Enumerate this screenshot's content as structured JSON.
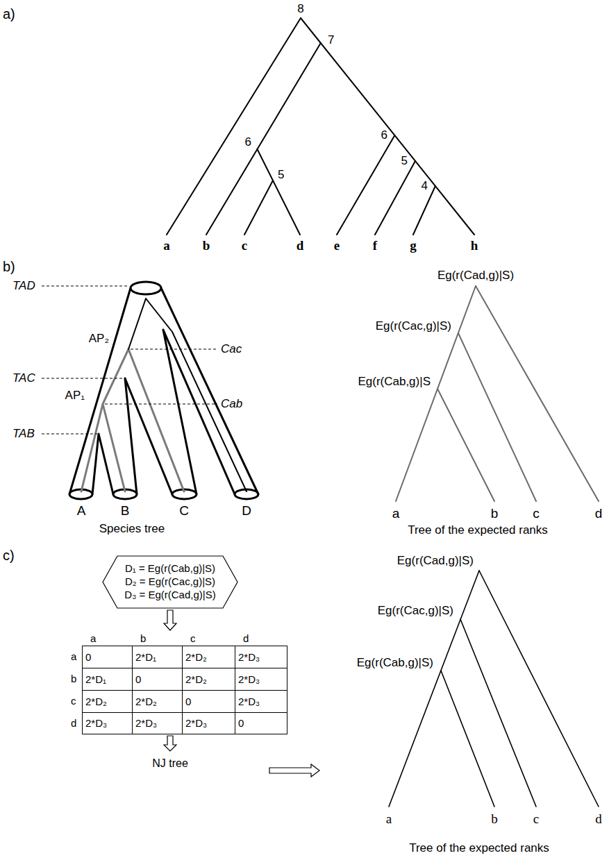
{
  "diagram": {
    "nodes": [
      {
        "text": [
          "D₁ = Eg(r(Cab,g)|S)",
          "D₂ = Eg(r(Cac,g)|S)",
          "D₃ = Eg(r(Cad,g)|S)"
        ]
      },
      {
        "text": [
          "a",
          "b",
          "c",
          "d",
          "a",
          "0",
          "2*D₁",
          "2*D₂",
          "2*D₃",
          "b",
          "2*D₁",
          "0",
          "2*D₂",
          "2*D₃",
          "c",
          "2*D₂",
          "2*D₂",
          "0",
          "2*D₃",
          "d",
          "2*D₃",
          "2*D₃",
          "2*D₃",
          "0"
        ]
      }
    ],
    "edges": [
      {
        "from": 0,
        "to": 1,
        "arrow": "to"
      }
    ],
    "labels": [
      "a)",
      "8",
      "7",
      "6",
      "5",
      "6",
      "5",
      "4",
      "a",
      "b",
      "c",
      "d",
      "e",
      "f",
      "g",
      "h",
      "b)",
      "TAD",
      "AP₂",
      "TAC",
      "AP₁",
      "TAB",
      "Cac",
      "Cab",
      "A",
      "B",
      "C",
      "D",
      "Species tree",
      "Eg(r(Cad,g)|S)",
      "Eg(r(Cac,g)|S)",
      "Eg(r(Cab,g)|S",
      "a",
      "b",
      "c",
      "d",
      "Tree of the expected ranks",
      "c)",
      "NJ tree",
      "Eg(r(Cad,g)|S)",
      "Eg(r(Cac,g)|S)",
      "Eg(r(Cab,g)|S)",
      "a",
      "b",
      "c",
      "d",
      "Tree of the expected ranks"
    ]
  }
}
